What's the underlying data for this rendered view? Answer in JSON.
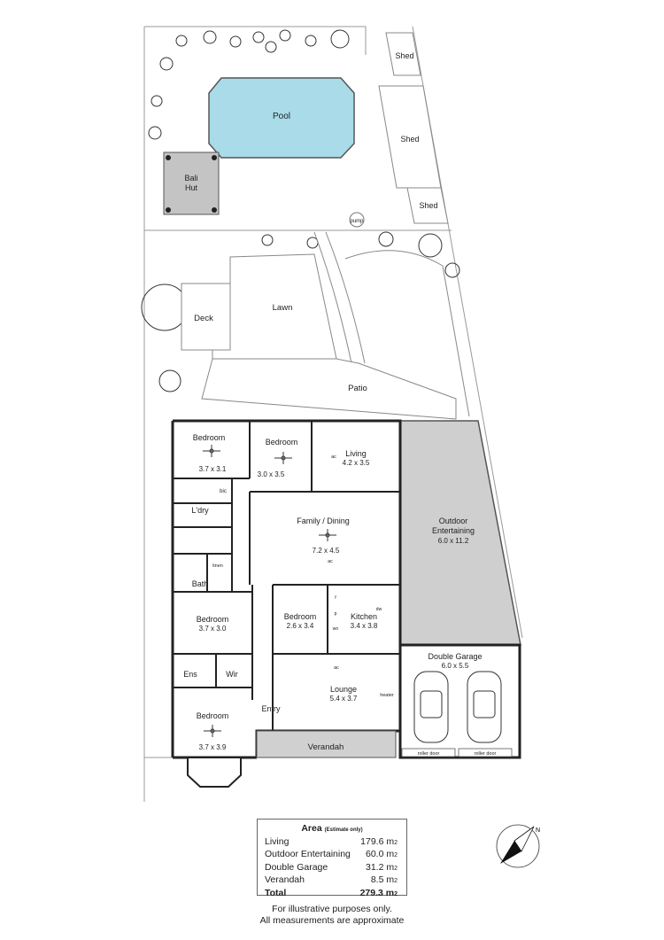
{
  "outdoor": {
    "pool": "Pool",
    "bali_hut": [
      "Bali",
      "Hut"
    ],
    "shed_1": "Shed",
    "shed_2": "Shed",
    "shed_3": "Shed",
    "pump": "pump",
    "lawn": "Lawn",
    "deck": "Deck",
    "patio": "Patio"
  },
  "rooms": {
    "bedroom_1": {
      "name": "Bedroom",
      "size": "3.7 x 3.1"
    },
    "bedroom_2": {
      "name": "Bedroom",
      "size": "3.0 x 3.5"
    },
    "living": {
      "name": "Living",
      "size": "4.2 x 3.5"
    },
    "outdoor_entertaining": {
      "name": [
        "Outdoor",
        "Entertaining"
      ],
      "size": "6.0 x 11.2"
    },
    "laundry": "L'dry",
    "family_dining": {
      "name": "Family / Dining",
      "size": "7.2 x 4.5"
    },
    "bath": "Bath",
    "linen": "linen",
    "bic": "bic",
    "bedroom_3": {
      "name": "Bedroom",
      "size": "2.6 x 3.4"
    },
    "kitchen": {
      "name": "Kitchen",
      "size": "3.4 x 3.8"
    },
    "bedroom_4": {
      "name": "Bedroom",
      "size": "3.7 x 3.0"
    },
    "double_garage": {
      "name": "Double Garage",
      "size": "6.0 x 5.5"
    },
    "ens": "Ens",
    "wir": "Wir",
    "lounge": {
      "name": "Lounge",
      "size": "5.4 x 3.7"
    },
    "entry": "Entry",
    "bedroom_5": {
      "name": "Bedroom",
      "size": "3.7 x 3.9"
    },
    "verandah": "Verandah",
    "roller_door_1": "roller door",
    "roller_door_2": "roller door",
    "heater": "heater",
    "ac": "ac",
    "p": "p",
    "f": "f",
    "dw": "dw",
    "wo": "wo"
  },
  "area_table": {
    "title": "Area",
    "subtitle": "(Estimate only)",
    "rows": [
      {
        "label": "Living",
        "value": "179.6 m",
        "unit": "2"
      },
      {
        "label": "Outdoor Entertaining",
        "value": "60.0 m",
        "unit": "2"
      },
      {
        "label": "Double Garage",
        "value": "31.2 m",
        "unit": "2"
      },
      {
        "label": "Verandah",
        "value": "8.5 m",
        "unit": "2"
      }
    ],
    "total": {
      "label": "Total",
      "value": "279.3 m",
      "unit": "2"
    }
  },
  "disclaimer": [
    "For illustrative purposes only.",
    "All measurements are approximate"
  ],
  "compass": {
    "label": "N",
    "icon": "north-arrow-icon"
  }
}
